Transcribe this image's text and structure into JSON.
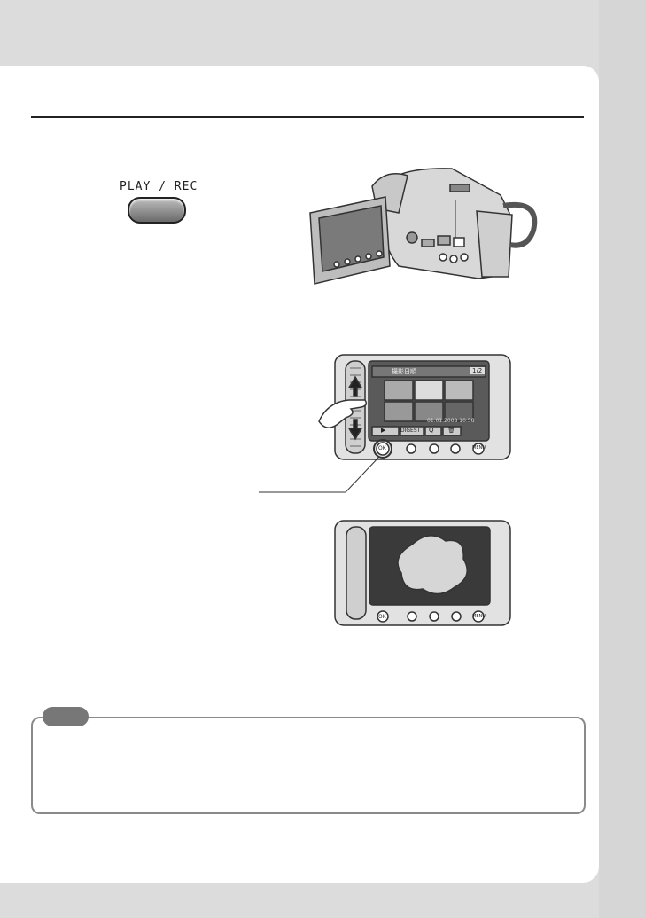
{
  "playrec": {
    "label": "PLAY / REC"
  },
  "screen1": {
    "header": "撮影日順",
    "page": "1/2",
    "date": "01.01.2008 10:58",
    "buttons": [
      "▶",
      "DIGEST",
      "Q",
      "🗑"
    ],
    "ok_label": "OK",
    "menu_label": "MENU"
  },
  "screen2": {
    "ok_label": "OK",
    "menu_label": "MENU"
  }
}
